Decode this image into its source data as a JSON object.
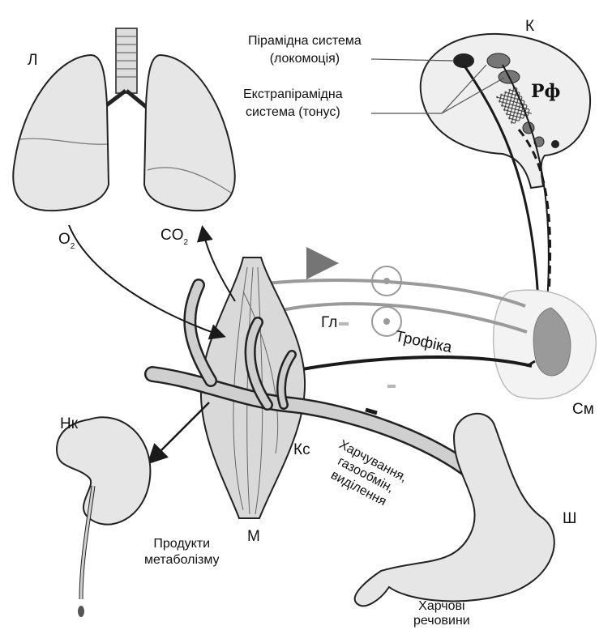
{
  "labels": {
    "lungs": "Л",
    "brain": "К",
    "kidney": "Нк",
    "spinal_cord": "См",
    "muscle": "М",
    "stomach": "Ш",
    "capillaries": "Кс",
    "gland": "Гл",
    "reticular_formation": "Рф"
  },
  "gases": {
    "oxygen_base": "O",
    "oxygen_sub": "2",
    "co2_base": "CO",
    "co2_sub": "2"
  },
  "annotations": {
    "pyramidal_line1": "Пірамідна система",
    "pyramidal_line2": "(локомоція)",
    "extrapyramidal_line1": "Екстрапірамідна",
    "extrapyramidal_line2": "система (тонус)",
    "trophic": "Трофіка",
    "nutrition_line1": "Харчування,",
    "nutrition_line2": "газообмін,",
    "nutrition_line3": "виділення",
    "metabolism_line1": "Продукти",
    "metabolism_line2": "метаболізму",
    "food_line1": "Харчові",
    "food_line2": "речовини"
  },
  "colors": {
    "ink": "#1a1a1a",
    "gray_nerve": "#9a9a9a",
    "organ_fill": "#e6e6e6",
    "organ_shade": "#bdbdbd"
  }
}
